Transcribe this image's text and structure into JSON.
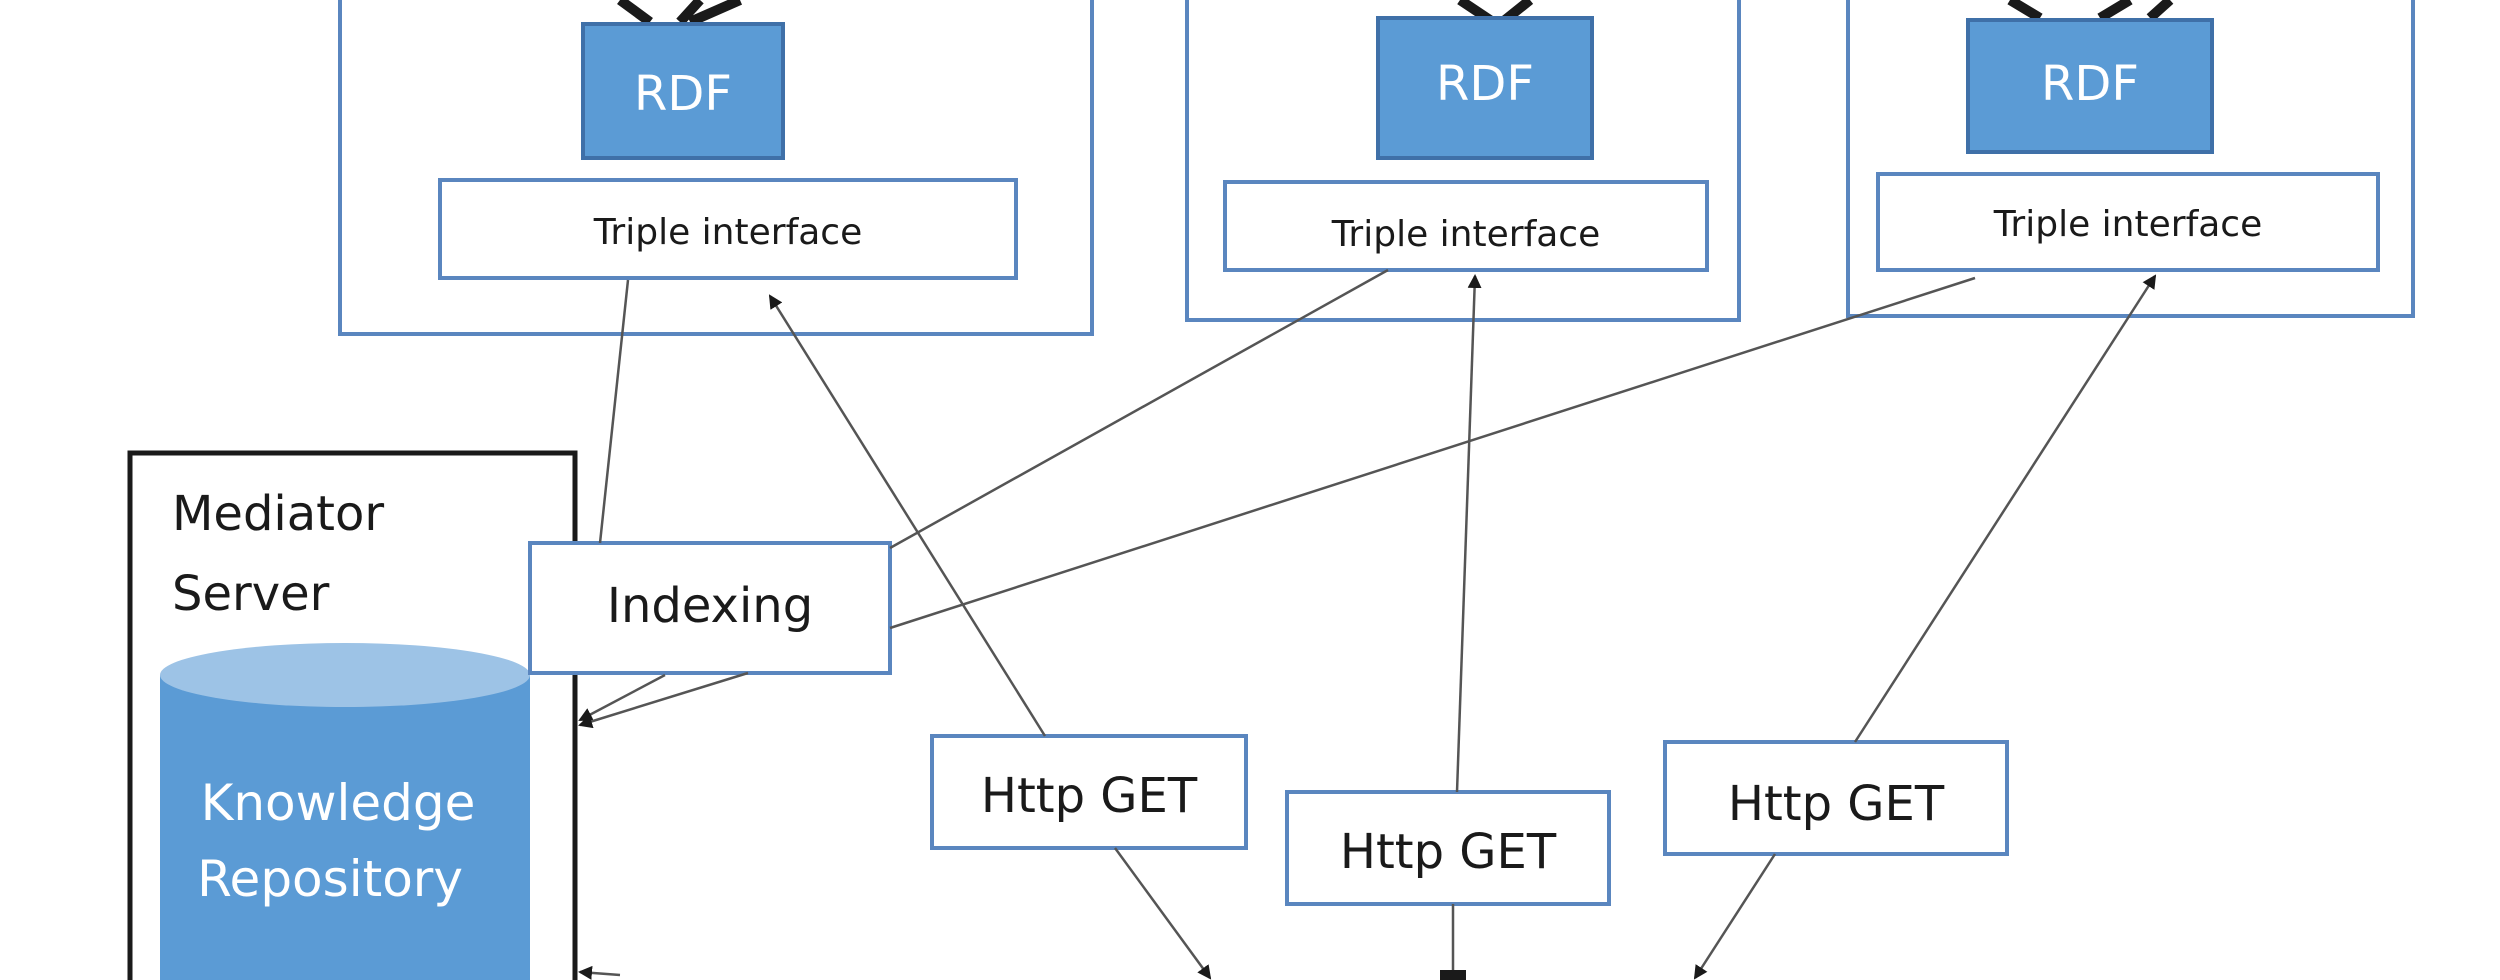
{
  "colors": {
    "panel_border": "#5a86bf",
    "rdf_fill": "#5b9bd5",
    "rdf_border": "#3f70a8",
    "label_border": "#5a86bf",
    "cylinder_body": "#5b9bd5",
    "cylinder_top": "#9dc3e6",
    "cylinder_text": "#ffffff",
    "mediator_border": "#1a1a1a",
    "arrow": "#444444"
  },
  "sources": [
    {
      "rdf_label": "RDF",
      "interface_label": "Triple interface"
    },
    {
      "rdf_label": "RDF",
      "interface_label": "Triple interface"
    },
    {
      "rdf_label": "RDF",
      "interface_label": "Triple interface"
    }
  ],
  "mediator": {
    "title_line1": "Mediator",
    "title_line2": "Server",
    "indexing_label": "Indexing",
    "repository_line1": "Knowledge",
    "repository_line2": "Repository"
  },
  "http_get": [
    {
      "label": "Http GET"
    },
    {
      "label": "Http GET"
    },
    {
      "label": "Http GET"
    }
  ]
}
